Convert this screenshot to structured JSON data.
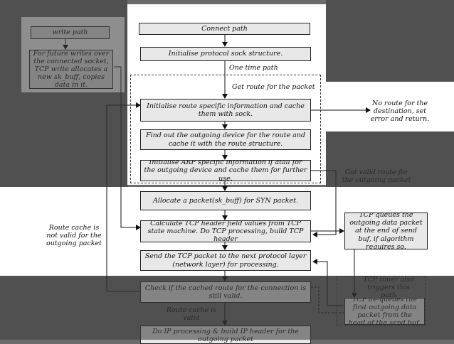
{
  "nodes": {
    "write_path": "write path",
    "write_note": "For future writes over the connected socket, TCP write allocates a new sk_buff, copies data in it.",
    "connect_path": "Connect path",
    "init_sock": "Initialise protocol sock structure.",
    "init_route": "Initialise route specific information and cache them with sock.",
    "find_device": "Find out the outgoing device for the route and cache it with the route structure.",
    "init_arp": "Initialise ARP specific information if atall for the outgoing device and cache them for further use.",
    "alloc_packet": "Allocate a packet(sk_buff) for SYN packet.",
    "calc_tcp": "Calculate TCP header field values from TCP state machine. Do TCP processing, build TCP header",
    "send_tcp": "Send the TCP packet to the next protocol layer (network layer) for processing.",
    "check_route": "Check if the cached route for the connection is still valid.",
    "ip_processing": "Do IP processing & build IP header for the outgoing packet",
    "queue_data": "TCP queues the outgoing data packet at the end of send buf, if algorithm requires so.",
    "dequeue": "TCP de-queues the first outgoing data packet from the head of the send buf."
  },
  "labels": {
    "one_time_path": "One time path",
    "get_route": "Get route for the packet",
    "no_route": "No route for the destination, set error and return.",
    "got_route": "Got valid route for the outgoing packet",
    "cache_invalid": "Route cache is not valid for the outgoing packet",
    "timer": "TCP timer also triggers this path",
    "cache_valid": "Route cache is valid"
  }
}
